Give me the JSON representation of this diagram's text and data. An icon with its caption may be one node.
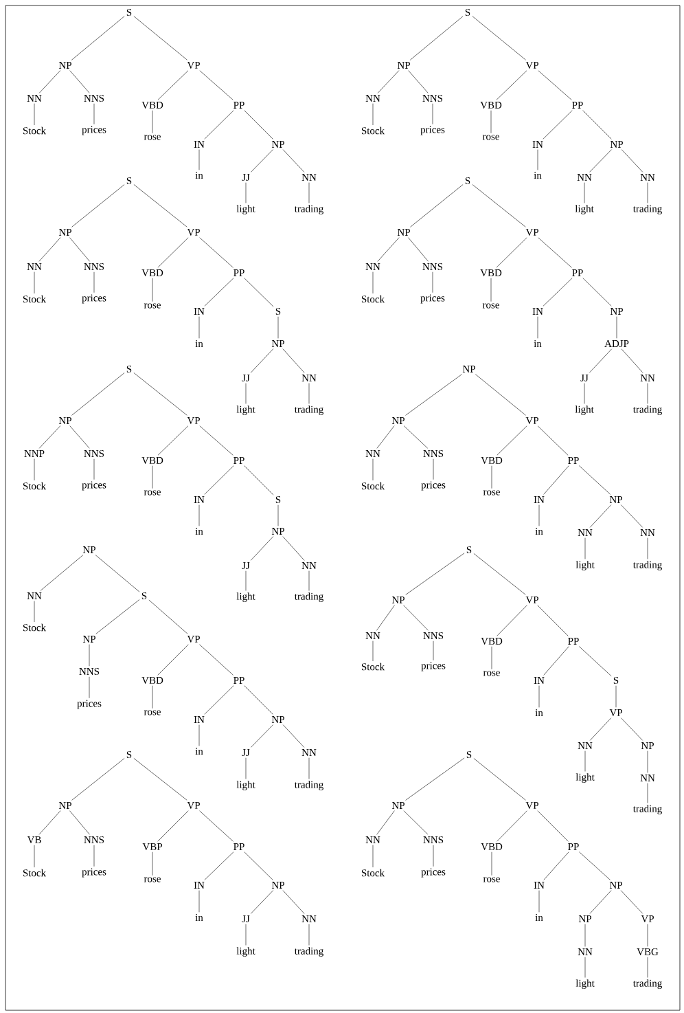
{
  "diagram": {
    "nodes": [
      {
        "text": [
          "S"
        ]
      },
      {
        "text": [
          "NP"
        ]
      },
      {
        "text": [
          "VP"
        ]
      },
      {
        "text": [
          "NN"
        ]
      },
      {
        "text": [
          "NNS"
        ]
      },
      {
        "text": [
          "VBD"
        ]
      },
      {
        "text": [
          "PP"
        ]
      },
      {
        "text": [
          "Stock"
        ]
      },
      {
        "text": [
          "prices"
        ]
      },
      {
        "text": [
          "rose"
        ]
      },
      {
        "text": [
          "IN"
        ]
      },
      {
        "text": [
          "NP"
        ]
      },
      {
        "text": [
          "in"
        ]
      },
      {
        "text": [
          "JJ"
        ]
      },
      {
        "text": [
          "NN"
        ]
      },
      {
        "text": [
          "light"
        ]
      },
      {
        "text": [
          "trading"
        ]
      },
      {
        "text": [
          "S"
        ]
      },
      {
        "text": [
          "NP"
        ]
      },
      {
        "text": [
          "VP"
        ]
      },
      {
        "text": [
          "NN"
        ]
      },
      {
        "text": [
          "NNS"
        ]
      },
      {
        "text": [
          "VBD"
        ]
      },
      {
        "text": [
          "PP"
        ]
      },
      {
        "text": [
          "Stock"
        ]
      },
      {
        "text": [
          "prices"
        ]
      },
      {
        "text": [
          "rose"
        ]
      },
      {
        "text": [
          "IN"
        ]
      },
      {
        "text": [
          "NP"
        ]
      },
      {
        "text": [
          "in"
        ]
      },
      {
        "text": [
          "NN"
        ]
      },
      {
        "text": [
          "NN"
        ]
      },
      {
        "text": [
          "light"
        ]
      },
      {
        "text": [
          "trading"
        ]
      },
      {
        "text": [
          "S"
        ]
      },
      {
        "text": [
          "NP"
        ]
      },
      {
        "text": [
          "VP"
        ]
      },
      {
        "text": [
          "NN"
        ]
      },
      {
        "text": [
          "NNS"
        ]
      },
      {
        "text": [
          "VBD"
        ]
      },
      {
        "text": [
          "PP"
        ]
      },
      {
        "text": [
          "Stock"
        ]
      },
      {
        "text": [
          "prices"
        ]
      },
      {
        "text": [
          "rose"
        ]
      },
      {
        "text": [
          "IN"
        ]
      },
      {
        "text": [
          "S"
        ]
      },
      {
        "text": [
          "in"
        ]
      },
      {
        "text": [
          "NP"
        ]
      },
      {
        "text": [
          "JJ"
        ]
      },
      {
        "text": [
          "NN"
        ]
      },
      {
        "text": [
          "light"
        ]
      },
      {
        "text": [
          "trading"
        ]
      },
      {
        "text": [
          "S"
        ]
      },
      {
        "text": [
          "NP"
        ]
      },
      {
        "text": [
          "VP"
        ]
      },
      {
        "text": [
          "NN"
        ]
      },
      {
        "text": [
          "NNS"
        ]
      },
      {
        "text": [
          "VBD"
        ]
      },
      {
        "text": [
          "PP"
        ]
      },
      {
        "text": [
          "Stock"
        ]
      },
      {
        "text": [
          "prices"
        ]
      },
      {
        "text": [
          "rose"
        ]
      },
      {
        "text": [
          "IN"
        ]
      },
      {
        "text": [
          "NP"
        ]
      },
      {
        "text": [
          "in"
        ]
      },
      {
        "text": [
          "ADJP"
        ]
      },
      {
        "text": [
          "JJ"
        ]
      },
      {
        "text": [
          "NN"
        ]
      },
      {
        "text": [
          "light"
        ]
      },
      {
        "text": [
          "trading"
        ]
      },
      {
        "text": [
          "S"
        ]
      },
      {
        "text": [
          "NP"
        ]
      },
      {
        "text": [
          "VP"
        ]
      },
      {
        "text": [
          "NNP"
        ]
      },
      {
        "text": [
          "NNS"
        ]
      },
      {
        "text": [
          "VBD"
        ]
      },
      {
        "text": [
          "PP"
        ]
      },
      {
        "text": [
          "Stock"
        ]
      },
      {
        "text": [
          "prices"
        ]
      },
      {
        "text": [
          "rose"
        ]
      },
      {
        "text": [
          "IN"
        ]
      },
      {
        "text": [
          "S"
        ]
      },
      {
        "text": [
          "in"
        ]
      },
      {
        "text": [
          "NP"
        ]
      },
      {
        "text": [
          "JJ"
        ]
      },
      {
        "text": [
          "NN"
        ]
      },
      {
        "text": [
          "light"
        ]
      },
      {
        "text": [
          "trading"
        ]
      },
      {
        "text": [
          "NP"
        ]
      },
      {
        "text": [
          "NP"
        ]
      },
      {
        "text": [
          "VP"
        ]
      },
      {
        "text": [
          "NN"
        ]
      },
      {
        "text": [
          "NNS"
        ]
      },
      {
        "text": [
          "VBD"
        ]
      },
      {
        "text": [
          "PP"
        ]
      },
      {
        "text": [
          "Stock"
        ]
      },
      {
        "text": [
          "prices"
        ]
      },
      {
        "text": [
          "rose"
        ]
      },
      {
        "text": [
          "IN"
        ]
      },
      {
        "text": [
          "NP"
        ]
      },
      {
        "text": [
          "in"
        ]
      },
      {
        "text": [
          "NN"
        ]
      },
      {
        "text": [
          "NN"
        ]
      },
      {
        "text": [
          "light"
        ]
      },
      {
        "text": [
          "trading"
        ]
      },
      {
        "text": [
          "NP"
        ]
      },
      {
        "text": [
          "NN"
        ]
      },
      {
        "text": [
          "S"
        ]
      },
      {
        "text": [
          "Stock"
        ]
      },
      {
        "text": [
          "NP"
        ]
      },
      {
        "text": [
          "VP"
        ]
      },
      {
        "text": [
          "NNS"
        ]
      },
      {
        "text": [
          "VBD"
        ]
      },
      {
        "text": [
          "PP"
        ]
      },
      {
        "text": [
          "prices"
        ]
      },
      {
        "text": [
          "rose"
        ]
      },
      {
        "text": [
          "IN"
        ]
      },
      {
        "text": [
          "NP"
        ]
      },
      {
        "text": [
          "in"
        ]
      },
      {
        "text": [
          "JJ"
        ]
      },
      {
        "text": [
          "NN"
        ]
      },
      {
        "text": [
          "light"
        ]
      },
      {
        "text": [
          "trading"
        ]
      },
      {
        "text": [
          "S"
        ]
      },
      {
        "text": [
          "NP"
        ]
      },
      {
        "text": [
          "VP"
        ]
      },
      {
        "text": [
          "NN"
        ]
      },
      {
        "text": [
          "NNS"
        ]
      },
      {
        "text": [
          "VBD"
        ]
      },
      {
        "text": [
          "PP"
        ]
      },
      {
        "text": [
          "Stock"
        ]
      },
      {
        "text": [
          "prices"
        ]
      },
      {
        "text": [
          "rose"
        ]
      },
      {
        "text": [
          "IN"
        ]
      },
      {
        "text": [
          "S"
        ]
      },
      {
        "text": [
          "in"
        ]
      },
      {
        "text": [
          "VP"
        ]
      },
      {
        "text": [
          "NN"
        ]
      },
      {
        "text": [
          "NP"
        ]
      },
      {
        "text": [
          "light"
        ]
      },
      {
        "text": [
          "NN"
        ]
      },
      {
        "text": [
          "trading"
        ]
      },
      {
        "text": [
          "S"
        ]
      },
      {
        "text": [
          "NP"
        ]
      },
      {
        "text": [
          "VP"
        ]
      },
      {
        "text": [
          "VB"
        ]
      },
      {
        "text": [
          "NNS"
        ]
      },
      {
        "text": [
          "VBP"
        ]
      },
      {
        "text": [
          "PP"
        ]
      },
      {
        "text": [
          "Stock"
        ]
      },
      {
        "text": [
          "prices"
        ]
      },
      {
        "text": [
          "rose"
        ]
      },
      {
        "text": [
          "IN"
        ]
      },
      {
        "text": [
          "NP"
        ]
      },
      {
        "text": [
          "in"
        ]
      },
      {
        "text": [
          "JJ"
        ]
      },
      {
        "text": [
          "NN"
        ]
      },
      {
        "text": [
          "light"
        ]
      },
      {
        "text": [
          "trading"
        ]
      },
      {
        "text": [
          "S"
        ]
      },
      {
        "text": [
          "NP"
        ]
      },
      {
        "text": [
          "VP"
        ]
      },
      {
        "text": [
          "NN"
        ]
      },
      {
        "text": [
          "NNS"
        ]
      },
      {
        "text": [
          "VBD"
        ]
      },
      {
        "text": [
          "PP"
        ]
      },
      {
        "text": [
          "Stock"
        ]
      },
      {
        "text": [
          "prices"
        ]
      },
      {
        "text": [
          "rose"
        ]
      },
      {
        "text": [
          "IN"
        ]
      },
      {
        "text": [
          "NP"
        ]
      },
      {
        "text": [
          "in"
        ]
      },
      {
        "text": [
          "NP"
        ]
      },
      {
        "text": [
          "VP"
        ]
      },
      {
        "text": [
          "NN"
        ]
      },
      {
        "text": [
          "VBG"
        ]
      },
      {
        "text": [
          "light"
        ]
      },
      {
        "text": [
          "trading"
        ]
      }
    ],
    "edges": [
      {
        "from": 0,
        "to": 1,
        "arrow": "none"
      },
      {
        "from": 0,
        "to": 2,
        "arrow": "none"
      },
      {
        "from": 1,
        "to": 3,
        "arrow": "none"
      },
      {
        "from": 1,
        "to": 4,
        "arrow": "none"
      },
      {
        "from": 2,
        "to": 5,
        "arrow": "none"
      },
      {
        "from": 2,
        "to": 6,
        "arrow": "none"
      },
      {
        "from": 3,
        "to": 7,
        "arrow": "none"
      },
      {
        "from": 4,
        "to": 8,
        "arrow": "none"
      },
      {
        "from": 5,
        "to": 9,
        "arrow": "none"
      },
      {
        "from": 6,
        "to": 10,
        "arrow": "none"
      },
      {
        "from": 6,
        "to": 11,
        "arrow": "none"
      },
      {
        "from": 10,
        "to": 12,
        "arrow": "none"
      },
      {
        "from": 11,
        "to": 13,
        "arrow": "none"
      },
      {
        "from": 11,
        "to": 14,
        "arrow": "none"
      },
      {
        "from": 13,
        "to": 15,
        "arrow": "none"
      },
      {
        "from": 14,
        "to": 16,
        "arrow": "none"
      },
      {
        "from": 17,
        "to": 18,
        "arrow": "none"
      },
      {
        "from": 17,
        "to": 19,
        "arrow": "none"
      },
      {
        "from": 18,
        "to": 20,
        "arrow": "none"
      },
      {
        "from": 18,
        "to": 21,
        "arrow": "none"
      },
      {
        "from": 19,
        "to": 22,
        "arrow": "none"
      },
      {
        "from": 19,
        "to": 23,
        "arrow": "none"
      },
      {
        "from": 20,
        "to": 24,
        "arrow": "none"
      },
      {
        "from": 21,
        "to": 25,
        "arrow": "none"
      },
      {
        "from": 22,
        "to": 26,
        "arrow": "none"
      },
      {
        "from": 23,
        "to": 27,
        "arrow": "none"
      },
      {
        "from": 23,
        "to": 28,
        "arrow": "none"
      },
      {
        "from": 27,
        "to": 29,
        "arrow": "none"
      },
      {
        "from": 28,
        "to": 30,
        "arrow": "none"
      },
      {
        "from": 28,
        "to": 31,
        "arrow": "none"
      },
      {
        "from": 30,
        "to": 32,
        "arrow": "none"
      },
      {
        "from": 31,
        "to": 33,
        "arrow": "none"
      },
      {
        "from": 34,
        "to": 35,
        "arrow": "none"
      },
      {
        "from": 34,
        "to": 36,
        "arrow": "none"
      },
      {
        "from": 35,
        "to": 37,
        "arrow": "none"
      },
      {
        "from": 35,
        "to": 38,
        "arrow": "none"
      },
      {
        "from": 36,
        "to": 39,
        "arrow": "none"
      },
      {
        "from": 36,
        "to": 40,
        "arrow": "none"
      },
      {
        "from": 37,
        "to": 41,
        "arrow": "none"
      },
      {
        "from": 38,
        "to": 42,
        "arrow": "none"
      },
      {
        "from": 39,
        "to": 43,
        "arrow": "none"
      },
      {
        "from": 40,
        "to": 44,
        "arrow": "none"
      },
      {
        "from": 40,
        "to": 45,
        "arrow": "none"
      },
      {
        "from": 44,
        "to": 46,
        "arrow": "none"
      },
      {
        "from": 45,
        "to": 47,
        "arrow": "none"
      },
      {
        "from": 47,
        "to": 48,
        "arrow": "none"
      },
      {
        "from": 47,
        "to": 49,
        "arrow": "none"
      },
      {
        "from": 48,
        "to": 50,
        "arrow": "none"
      },
      {
        "from": 49,
        "to": 51,
        "arrow": "none"
      },
      {
        "from": 52,
        "to": 53,
        "arrow": "none"
      },
      {
        "from": 52,
        "to": 54,
        "arrow": "none"
      },
      {
        "from": 53,
        "to": 55,
        "arrow": "none"
      },
      {
        "from": 53,
        "to": 56,
        "arrow": "none"
      },
      {
        "from": 54,
        "to": 57,
        "arrow": "none"
      },
      {
        "from": 54,
        "to": 58,
        "arrow": "none"
      },
      {
        "from": 55,
        "to": 59,
        "arrow": "none"
      },
      {
        "from": 56,
        "to": 60,
        "arrow": "none"
      },
      {
        "from": 57,
        "to": 61,
        "arrow": "none"
      },
      {
        "from": 58,
        "to": 62,
        "arrow": "none"
      },
      {
        "from": 58,
        "to": 63,
        "arrow": "none"
      },
      {
        "from": 62,
        "to": 64,
        "arrow": "none"
      },
      {
        "from": 63,
        "to": 65,
        "arrow": "none"
      },
      {
        "from": 65,
        "to": 66,
        "arrow": "none"
      },
      {
        "from": 65,
        "to": 67,
        "arrow": "none"
      },
      {
        "from": 66,
        "to": 68,
        "arrow": "none"
      },
      {
        "from": 67,
        "to": 69,
        "arrow": "none"
      },
      {
        "from": 70,
        "to": 71,
        "arrow": "none"
      },
      {
        "from": 70,
        "to": 72,
        "arrow": "none"
      },
      {
        "from": 71,
        "to": 73,
        "arrow": "none"
      },
      {
        "from": 71,
        "to": 74,
        "arrow": "none"
      },
      {
        "from": 72,
        "to": 75,
        "arrow": "none"
      },
      {
        "from": 72,
        "to": 76,
        "arrow": "none"
      },
      {
        "from": 73,
        "to": 77,
        "arrow": "none"
      },
      {
        "from": 74,
        "to": 78,
        "arrow": "none"
      },
      {
        "from": 75,
        "to": 79,
        "arrow": "none"
      },
      {
        "from": 76,
        "to": 80,
        "arrow": "none"
      },
      {
        "from": 76,
        "to": 81,
        "arrow": "none"
      },
      {
        "from": 80,
        "to": 82,
        "arrow": "none"
      },
      {
        "from": 81,
        "to": 83,
        "arrow": "none"
      },
      {
        "from": 83,
        "to": 84,
        "arrow": "none"
      },
      {
        "from": 83,
        "to": 85,
        "arrow": "none"
      },
      {
        "from": 84,
        "to": 86,
        "arrow": "none"
      },
      {
        "from": 85,
        "to": 87,
        "arrow": "none"
      },
      {
        "from": 88,
        "to": 89,
        "arrow": "none"
      },
      {
        "from": 88,
        "to": 90,
        "arrow": "none"
      },
      {
        "from": 89,
        "to": 91,
        "arrow": "none"
      },
      {
        "from": 89,
        "to": 92,
        "arrow": "none"
      },
      {
        "from": 90,
        "to": 93,
        "arrow": "none"
      },
      {
        "from": 90,
        "to": 94,
        "arrow": "none"
      },
      {
        "from": 91,
        "to": 95,
        "arrow": "none"
      },
      {
        "from": 92,
        "to": 96,
        "arrow": "none"
      },
      {
        "from": 93,
        "to": 97,
        "arrow": "none"
      },
      {
        "from": 94,
        "to": 98,
        "arrow": "none"
      },
      {
        "from": 94,
        "to": 99,
        "arrow": "none"
      },
      {
        "from": 98,
        "to": 100,
        "arrow": "none"
      },
      {
        "from": 99,
        "to": 101,
        "arrow": "none"
      },
      {
        "from": 99,
        "to": 102,
        "arrow": "none"
      },
      {
        "from": 101,
        "to": 103,
        "arrow": "none"
      },
      {
        "from": 102,
        "to": 104,
        "arrow": "none"
      },
      {
        "from": 105,
        "to": 106,
        "arrow": "none"
      },
      {
        "from": 105,
        "to": 107,
        "arrow": "none"
      },
      {
        "from": 106,
        "to": 108,
        "arrow": "none"
      },
      {
        "from": 107,
        "to": 109,
        "arrow": "none"
      },
      {
        "from": 107,
        "to": 110,
        "arrow": "none"
      },
      {
        "from": 109,
        "to": 111,
        "arrow": "none"
      },
      {
        "from": 110,
        "to": 112,
        "arrow": "none"
      },
      {
        "from": 110,
        "to": 113,
        "arrow": "none"
      },
      {
        "from": 111,
        "to": 114,
        "arrow": "none"
      },
      {
        "from": 112,
        "to": 115,
        "arrow": "none"
      },
      {
        "from": 113,
        "to": 116,
        "arrow": "none"
      },
      {
        "from": 113,
        "to": 117,
        "arrow": "none"
      },
      {
        "from": 116,
        "to": 118,
        "arrow": "none"
      },
      {
        "from": 117,
        "to": 119,
        "arrow": "none"
      },
      {
        "from": 117,
        "to": 120,
        "arrow": "none"
      },
      {
        "from": 119,
        "to": 121,
        "arrow": "none"
      },
      {
        "from": 120,
        "to": 122,
        "arrow": "none"
      },
      {
        "from": 123,
        "to": 124,
        "arrow": "none"
      },
      {
        "from": 123,
        "to": 125,
        "arrow": "none"
      },
      {
        "from": 124,
        "to": 126,
        "arrow": "none"
      },
      {
        "from": 124,
        "to": 127,
        "arrow": "none"
      },
      {
        "from": 125,
        "to": 128,
        "arrow": "none"
      },
      {
        "from": 125,
        "to": 129,
        "arrow": "none"
      },
      {
        "from": 126,
        "to": 130,
        "arrow": "none"
      },
      {
        "from": 127,
        "to": 131,
        "arrow": "none"
      },
      {
        "from": 128,
        "to": 132,
        "arrow": "none"
      },
      {
        "from": 129,
        "to": 133,
        "arrow": "none"
      },
      {
        "from": 129,
        "to": 134,
        "arrow": "none"
      },
      {
        "from": 133,
        "to": 135,
        "arrow": "none"
      },
      {
        "from": 134,
        "to": 136,
        "arrow": "none"
      },
      {
        "from": 136,
        "to": 137,
        "arrow": "none"
      },
      {
        "from": 136,
        "to": 138,
        "arrow": "none"
      },
      {
        "from": 137,
        "to": 139,
        "arrow": "none"
      },
      {
        "from": 138,
        "to": 140,
        "arrow": "none"
      },
      {
        "from": 140,
        "to": 141,
        "arrow": "none"
      },
      {
        "from": 142,
        "to": 143,
        "arrow": "none"
      },
      {
        "from": 142,
        "to": 144,
        "arrow": "none"
      },
      {
        "from": 143,
        "to": 145,
        "arrow": "none"
      },
      {
        "from": 143,
        "to": 146,
        "arrow": "none"
      },
      {
        "from": 144,
        "to": 147,
        "arrow": "none"
      },
      {
        "from": 144,
        "to": 148,
        "arrow": "none"
      },
      {
        "from": 145,
        "to": 149,
        "arrow": "none"
      },
      {
        "from": 146,
        "to": 150,
        "arrow": "none"
      },
      {
        "from": 147,
        "to": 151,
        "arrow": "none"
      },
      {
        "from": 148,
        "to": 152,
        "arrow": "none"
      },
      {
        "from": 148,
        "to": 153,
        "arrow": "none"
      },
      {
        "from": 152,
        "to": 154,
        "arrow": "none"
      },
      {
        "from": 153,
        "to": 155,
        "arrow": "none"
      },
      {
        "from": 153,
        "to": 156,
        "arrow": "none"
      },
      {
        "from": 155,
        "to": 157,
        "arrow": "none"
      },
      {
        "from": 156,
        "to": 158,
        "arrow": "none"
      },
      {
        "from": 159,
        "to": 160,
        "arrow": "none"
      },
      {
        "from": 159,
        "to": 161,
        "arrow": "none"
      },
      {
        "from": 160,
        "to": 162,
        "arrow": "none"
      },
      {
        "from": 160,
        "to": 163,
        "arrow": "none"
      },
      {
        "from": 161,
        "to": 164,
        "arrow": "none"
      },
      {
        "from": 161,
        "to": 165,
        "arrow": "none"
      },
      {
        "from": 162,
        "to": 166,
        "arrow": "none"
      },
      {
        "from": 163,
        "to": 167,
        "arrow": "none"
      },
      {
        "from": 164,
        "to": 168,
        "arrow": "none"
      },
      {
        "from": 165,
        "to": 169,
        "arrow": "none"
      },
      {
        "from": 165,
        "to": 170,
        "arrow": "none"
      },
      {
        "from": 169,
        "to": 171,
        "arrow": "none"
      },
      {
        "from": 170,
        "to": 172,
        "arrow": "none"
      },
      {
        "from": 170,
        "to": 173,
        "arrow": "none"
      },
      {
        "from": 172,
        "to": 174,
        "arrow": "none"
      },
      {
        "from": 173,
        "to": 175,
        "arrow": "none"
      },
      {
        "from": 174,
        "to": 176,
        "arrow": "none"
      },
      {
        "from": 175,
        "to": 177,
        "arrow": "none"
      }
    ]
  }
}
